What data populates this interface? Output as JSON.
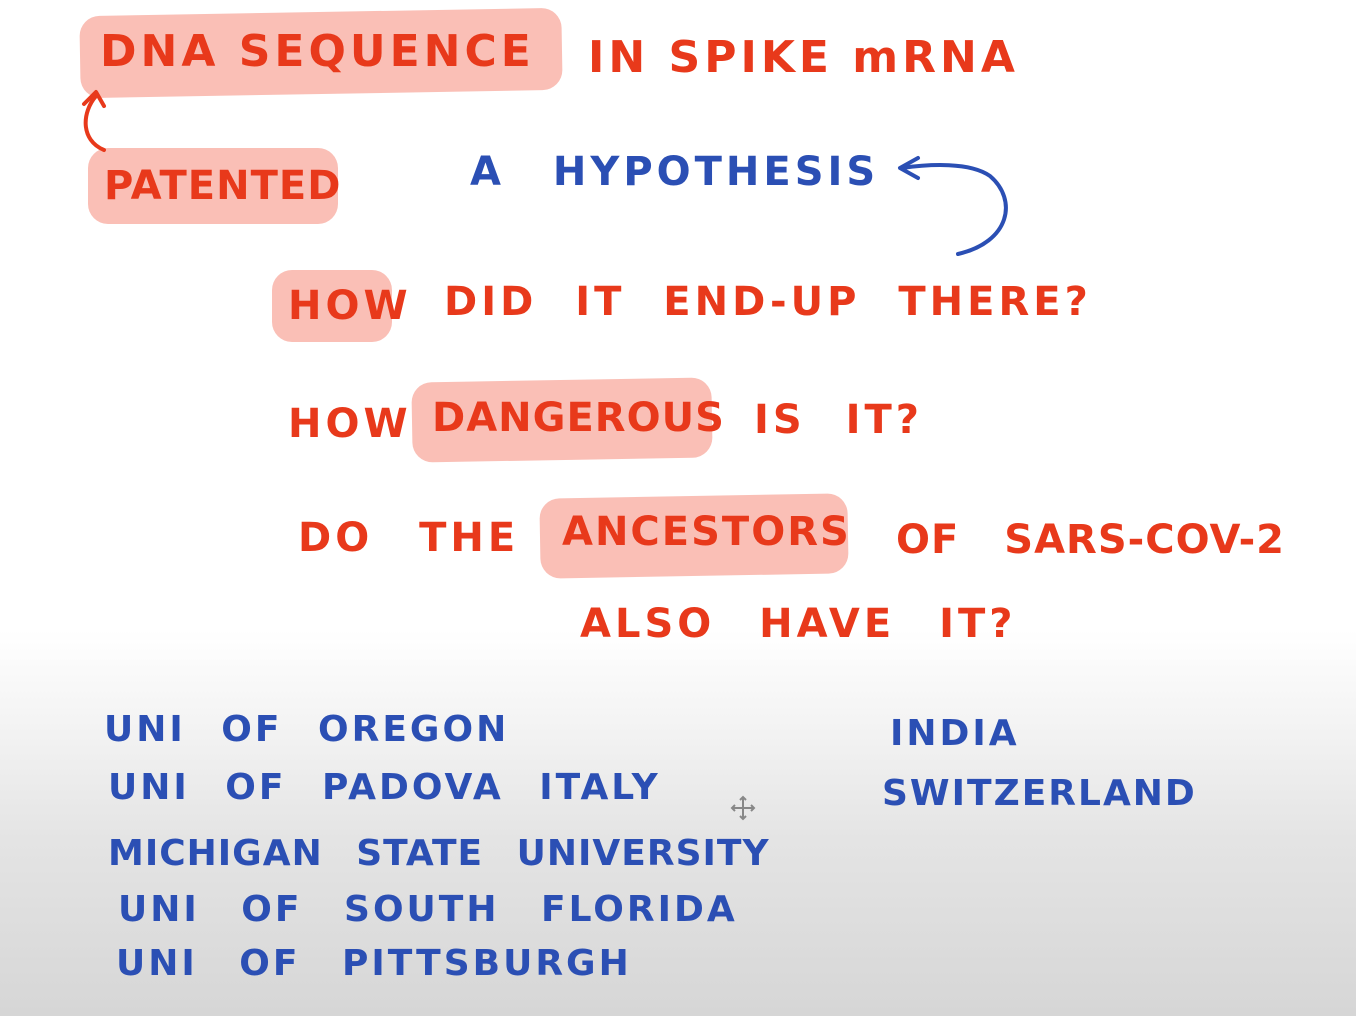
{
  "colors": {
    "red_ink": "#e8391b",
    "blue_ink": "#2b4fb4",
    "highlight": "#f5806e"
  },
  "notes": {
    "line1": {
      "dna_sequence": "DNA SEQUENCE",
      "in_spike_mrna": "IN SPIKE mRNA"
    },
    "line2": {
      "patented": "PATENTED",
      "a_hypothesis": "A HYPOTHESIS"
    },
    "line3": {
      "how": "HOW",
      "did_it_end_up_there": "DID IT END-UP THERE?"
    },
    "line4": {
      "how": "HOW",
      "dangerous": "DANGEROUS",
      "is_it": "IS IT?"
    },
    "line5": {
      "do_the": "DO THE",
      "ancestors": "ANCESTORS",
      "of_sars": "OF SARS-COV-2"
    },
    "line6": {
      "also_have_it": "ALSO HAVE IT?"
    }
  },
  "institutions": [
    "UNI OF OREGON",
    "UNI OF PADOVA ITALY",
    "MICHIGAN STATE UNIVERSITY",
    "UNI OF SOUTH FLORIDA",
    "UNI OF PITTSBURGH"
  ],
  "countries": [
    "INDIA",
    "SWITZERLAND"
  ],
  "icons": {
    "arrow_up": "curved-arrow-up-icon",
    "arrow_back": "curved-arrow-back-icon",
    "cursor": "move-cursor-icon"
  }
}
